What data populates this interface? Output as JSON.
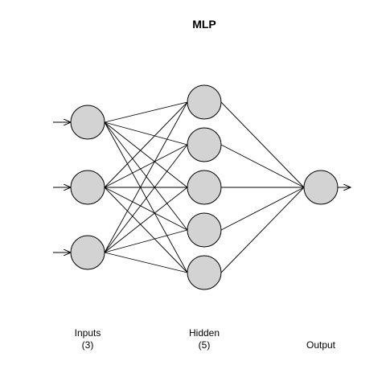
{
  "title": "MLP",
  "layers": [
    {
      "id": "inputs",
      "name": "Inputs",
      "count_label": "(3)",
      "nodes": 3
    },
    {
      "id": "hidden",
      "name": "Hidden",
      "count_label": "(5)",
      "nodes": 5
    },
    {
      "id": "output",
      "name": "Output",
      "count_label": "",
      "nodes": 1
    }
  ],
  "colors": {
    "node_fill": "#d3d3d3",
    "node_stroke": "#000000",
    "edge": "#000000",
    "background": "#ffffff"
  },
  "input_arrows": true,
  "output_arrow": true
}
